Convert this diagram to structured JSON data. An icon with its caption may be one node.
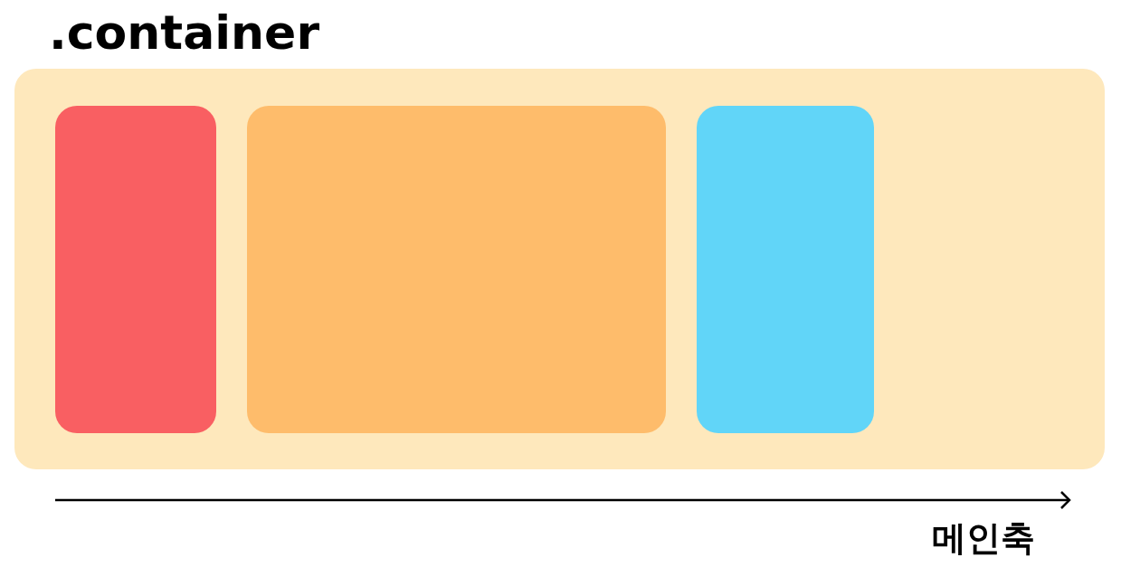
{
  "diagram": {
    "nodes": [
      {
        "text": [
          ".container"
        ]
      },
      {
        "text": [],
        "shape": "box",
        "in": 0
      },
      {
        "text": [],
        "shape": "box",
        "in": 0
      },
      {
        "text": [],
        "shape": "box",
        "in": 0
      }
    ],
    "labels": [
      "메인축"
    ]
  }
}
